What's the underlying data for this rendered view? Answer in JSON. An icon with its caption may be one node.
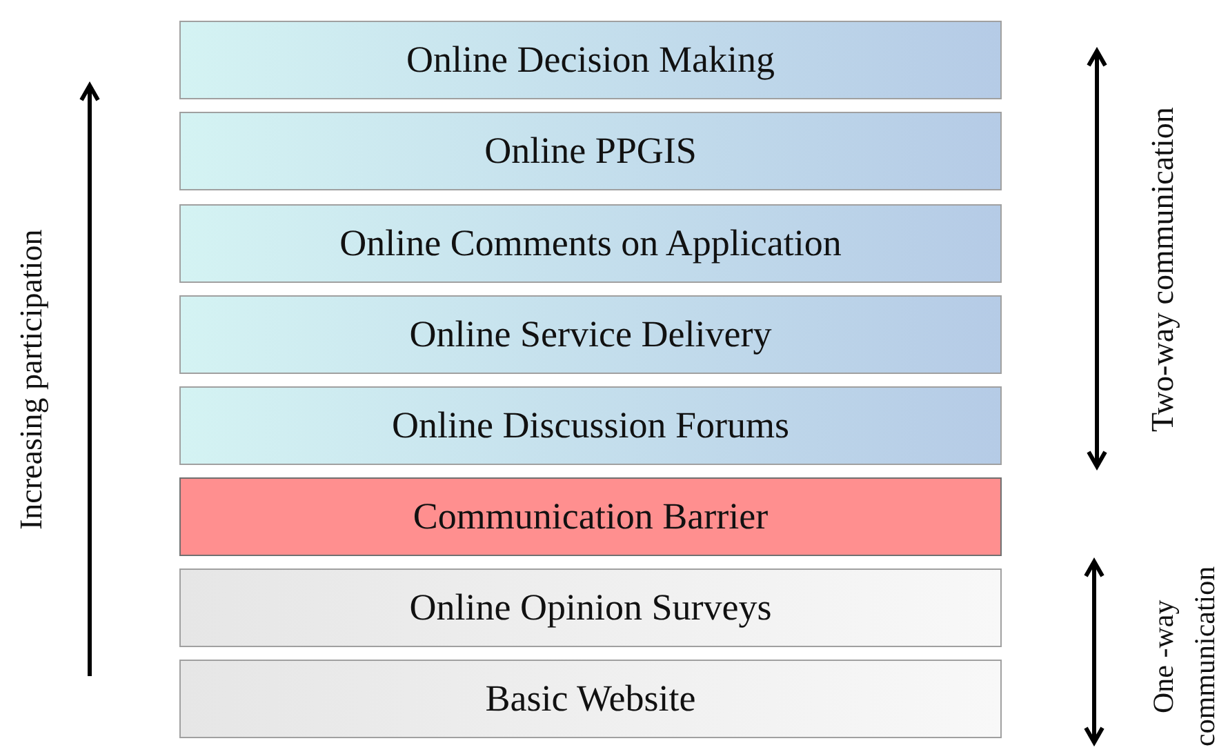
{
  "diagram": {
    "nodes": [
      {
        "text": [
          "Online Decision Making"
        ]
      },
      {
        "text": [
          "Online PPGIS"
        ]
      },
      {
        "text": [
          "Online Comments on Application"
        ]
      },
      {
        "text": [
          "Online Service Delivery"
        ]
      },
      {
        "text": [
          "Online Discussion Forums"
        ]
      },
      {
        "text": [
          "Communication Barrier"
        ]
      },
      {
        "text": [
          "Online Opinion Surveys"
        ]
      },
      {
        "text": [
          "Basic Website"
        ]
      }
    ],
    "labels": [
      "Increasing participation",
      "Two-way communication",
      "One -way communication"
    ]
  }
}
